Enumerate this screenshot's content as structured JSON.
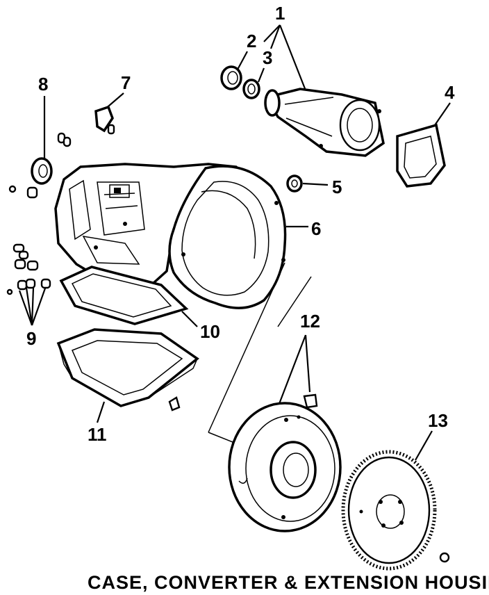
{
  "caption": "CASE, CONVERTER & EXTENSION HOUSING",
  "callouts": {
    "c1": "1",
    "c2": "2",
    "c3": "3",
    "c4": "4",
    "c5": "5",
    "c6": "6",
    "c7": "7",
    "c8": "8",
    "c9": "9",
    "c10": "10",
    "c11": "11",
    "c12": "12",
    "c13": "13"
  }
}
